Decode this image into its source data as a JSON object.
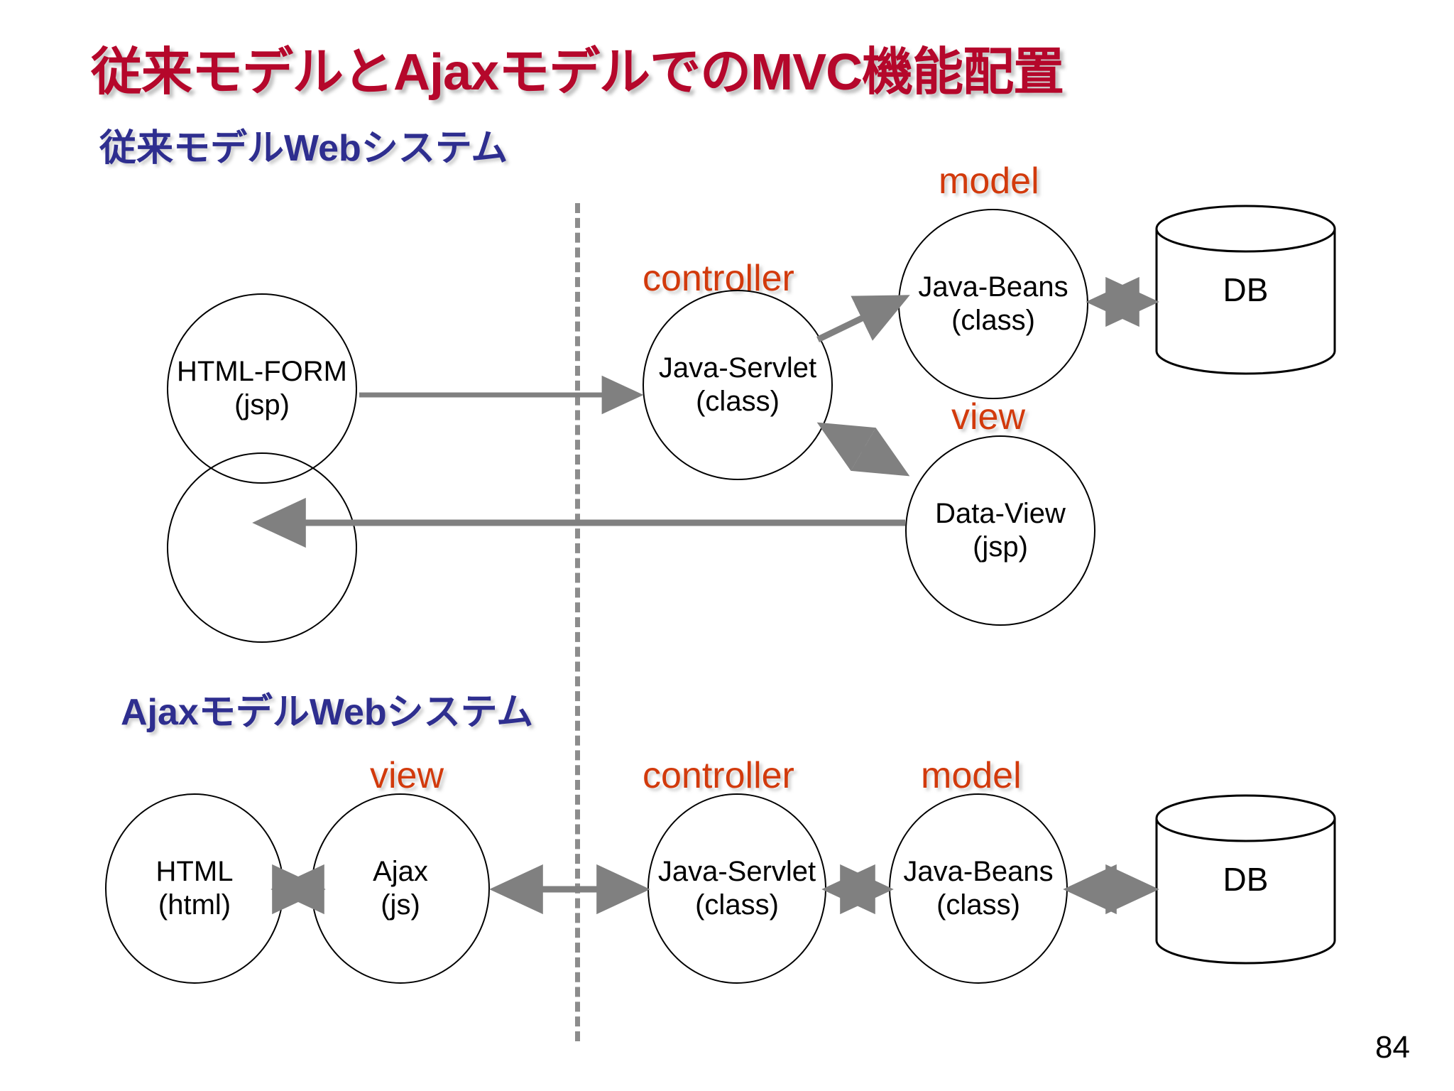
{
  "slide": {
    "title": "従来モデルとAjaxモデルでのMVC機能配置",
    "page_number": "84",
    "colors": {
      "title": "#b5072b",
      "heading": "#2e2e8f",
      "role_label": "#d23a0c",
      "arrow": "#808080",
      "divider": "#8c8c8c",
      "node_outline": "#000000",
      "background": "#ffffff"
    }
  },
  "legacy_section": {
    "heading": "従来モデルWebシステム",
    "roles": {
      "controller": "controller",
      "model": "model",
      "view": "view"
    },
    "nodes": {
      "html_form": {
        "line1": "HTML-FORM",
        "line2": "(jsp)"
      },
      "html_blank": {
        "line1": "",
        "line2": ""
      },
      "java_servlet": {
        "line1": "Java-Servlet",
        "line2": "(class)"
      },
      "java_beans": {
        "line1": "Java-Beans",
        "line2": "(class)"
      },
      "data_view": {
        "line1": "Data-View",
        "line2": "(jsp)"
      },
      "db": {
        "label": "DB"
      }
    }
  },
  "ajax_section": {
    "heading": "AjaxモデルWebシステム",
    "roles": {
      "view": "view",
      "controller": "controller",
      "model": "model"
    },
    "nodes": {
      "html": {
        "line1": "HTML",
        "line2": "(html)"
      },
      "ajax": {
        "line1": "Ajax",
        "line2": "(js)"
      },
      "java_servlet": {
        "line1": "Java-Servlet",
        "line2": "(class)"
      },
      "java_beans": {
        "line1": "Java-Beans",
        "line2": "(class)"
      },
      "db": {
        "label": "DB"
      }
    }
  }
}
